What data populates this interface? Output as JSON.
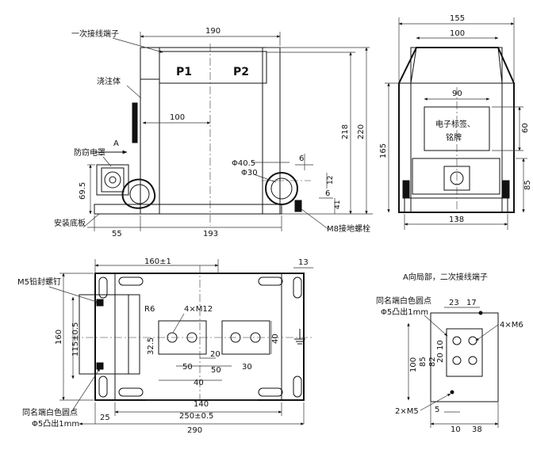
{
  "front_view": {
    "labels": {
      "primary_terminal": "一次接线端子",
      "cast_body": "浇注体",
      "guard_cover": "防窃电罩",
      "mount_base": "安装底板",
      "ground_bolt": "M8接地螺栓",
      "p1": "P1",
      "p2": "P2",
      "view_a": "A"
    },
    "dims": {
      "width_190": "190",
      "w_100": "100",
      "h_218": "218",
      "h_220": "220",
      "phi40": "Φ40.5",
      "phi30": "Φ30",
      "d6": "6",
      "d12": "12",
      "d6b": "6",
      "d41": "41",
      "h69": "69.5",
      "d55": "55",
      "d193": "193"
    }
  },
  "side_view": {
    "label_box": "电子标签、\n铭牌",
    "label_line1": "电子标签、",
    "label_line2": "铭牌",
    "dims": {
      "w155": "155",
      "w100": "100",
      "w90": "90",
      "h60": "60",
      "h165": "165",
      "h85": "85",
      "w138": "138"
    }
  },
  "plan_view": {
    "labels": {
      "seal_screw": "M5铅封螺钉",
      "white_dot": "同名端白色圆点",
      "white_dot_spec": "Φ5凸出1mm"
    },
    "dims": {
      "w160": "160±1",
      "d13": "13",
      "r6": "R6",
      "m12": "4×M12",
      "h160": "160",
      "h115": "115±0.5",
      "d32": "32.5",
      "d20": "20",
      "d50": "50",
      "d30": "30",
      "d40v": "40",
      "d40": "40",
      "d140": "140",
      "d250": "250±0.5",
      "d25": "25",
      "d290": "290"
    }
  },
  "detail_view": {
    "labels": {
      "title": "A向局部，二次接线端子",
      "white_dot": "同名端白色圆点",
      "white_dot_spec": "Φ5凸出1mm",
      "m6": "4×M6",
      "m5": "2×M5"
    },
    "dims": {
      "d23": "23",
      "d17": "17",
      "d100": "100",
      "d85": "85",
      "d82": "82",
      "d10": "10",
      "d20": "20",
      "d5": "5",
      "d10b": "10",
      "d38": "38"
    }
  }
}
